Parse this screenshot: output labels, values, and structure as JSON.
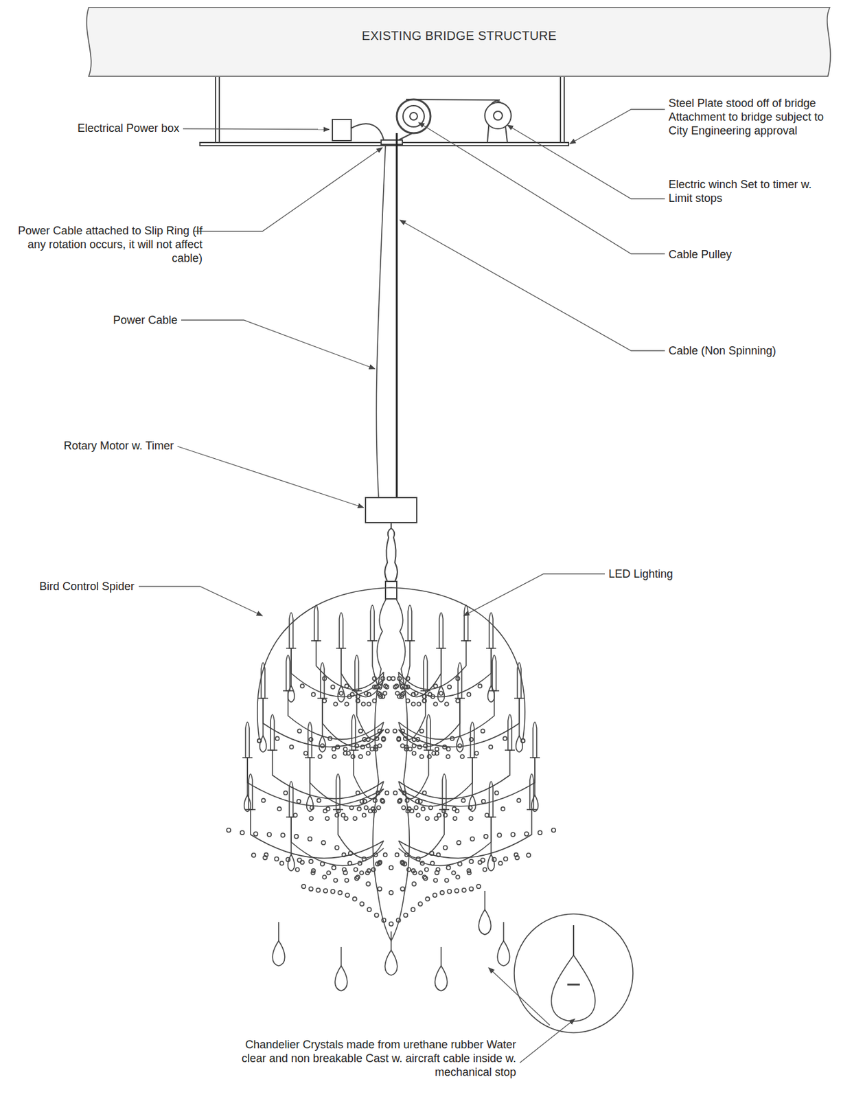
{
  "diagram": {
    "nodes": [
      {
        "text": [
          "EXISTING BRIDGE STRUCTURE"
        ]
      }
    ],
    "labels": [
      "Electrical Power box",
      "Steel Plate stood off of bridge Attachment to bridge subject to City Engineering approval",
      "Electric winch Set to timer w. Limit stops",
      "Power Cable attached to Slip Ring (If any rotation occurs, it will not affect cable)",
      "Cable Pulley",
      "Power Cable",
      "Cable (Non Spinning)",
      "Rotary Motor w. Timer",
      "Bird Control Spider",
      "LED Lighting",
      "Chandelier Crystals made from urethane rubber Water clear and non breakable Cast w. aircraft cable inside w. mechanical stop"
    ]
  }
}
